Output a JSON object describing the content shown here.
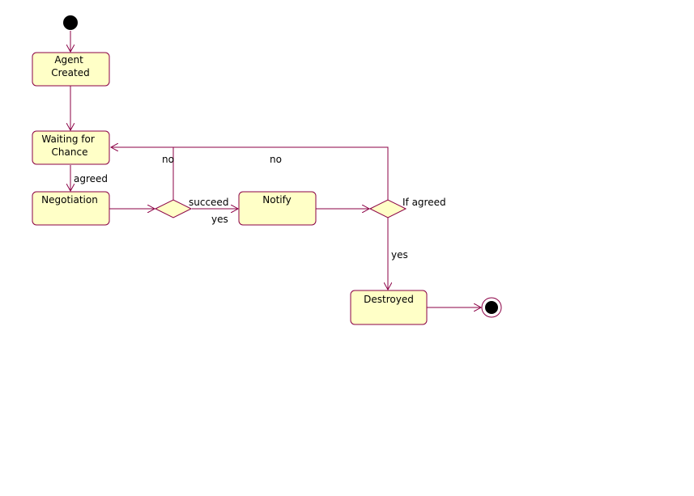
{
  "colors": {
    "line": "#8b0045",
    "node_fill": "#ffffc7",
    "node_stroke": "#8b0045",
    "background": "#ffffff",
    "pseudo_fill": "#000000"
  },
  "states": {
    "agent_created": [
      "Agent",
      "Created"
    ],
    "waiting_for_chance": [
      "Waiting for",
      "Chance"
    ],
    "negotiation": [
      "Negotiation"
    ],
    "notify": [
      "Notify"
    ],
    "destroyed": [
      "Destroyed"
    ]
  },
  "edge_labels": {
    "agreed": "agreed",
    "no_left": "no",
    "no_right": "no",
    "succeed": "succeed",
    "yes_notify": "yes",
    "if_agreed": "If agreed",
    "yes_destroy": "yes"
  }
}
